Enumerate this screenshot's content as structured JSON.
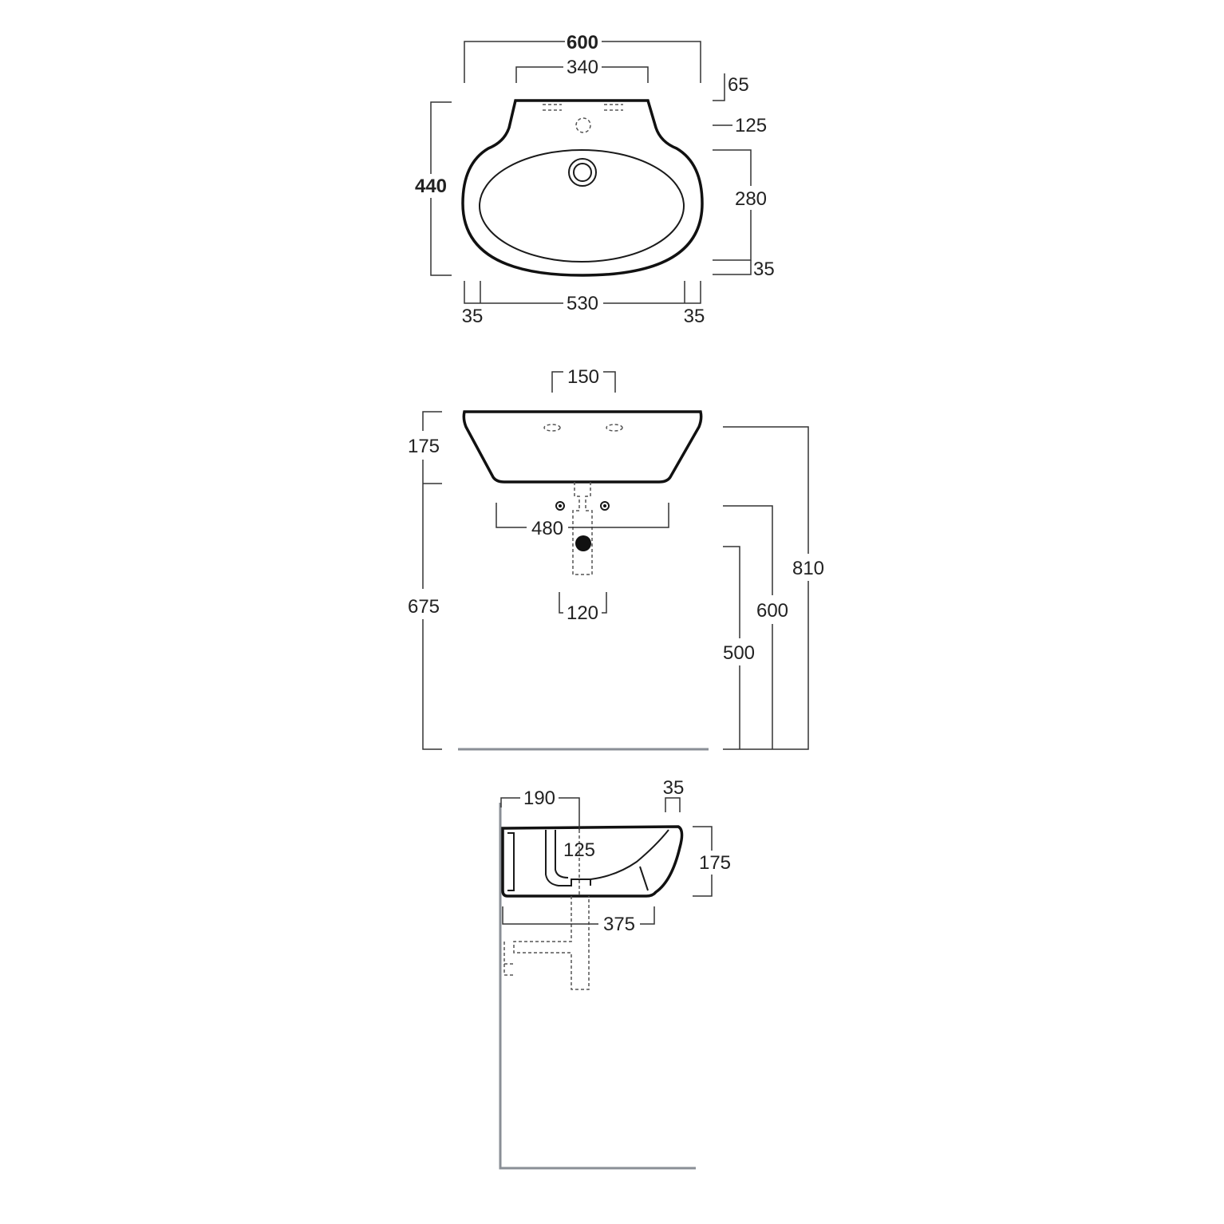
{
  "top_view": {
    "width_total": "600",
    "tap_span": "340",
    "depth_total": "440",
    "back_offset": "65",
    "back_to_bowl": "125",
    "bowl_depth": "280",
    "front_rim": "35",
    "inner_width": "530",
    "side_rim_left": "35",
    "side_rim_right": "35"
  },
  "front_view": {
    "tap_holes_spacing": "150",
    "basin_height": "175",
    "fixing_span": "480",
    "waste_width": "120",
    "height_below": "675",
    "rim_height": "810",
    "fixing_height": "600",
    "waste_height": "500"
  },
  "side_view": {
    "back_to_waste": "190",
    "front_rim": "35",
    "basin_height": "175",
    "waste_depth": "125",
    "projection": "375"
  }
}
